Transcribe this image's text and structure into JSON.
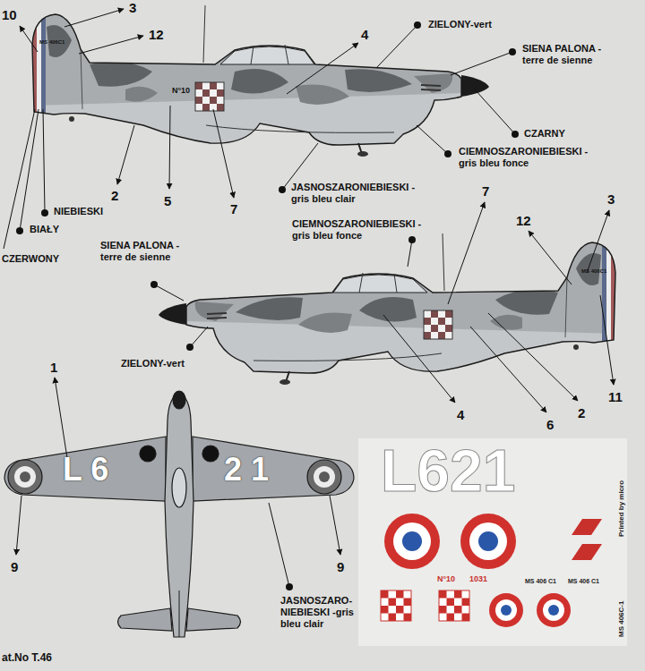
{
  "diagram": {
    "labels": [
      "10",
      "3",
      "12",
      "4",
      "ZIELONY-vert",
      "SIENA PALONA -terre de sienne",
      "MS 406C1",
      "N°10",
      "CZARNY",
      "CIEMNOSZARONIEBIESKI -gris bleu fonce",
      "2",
      "5",
      "7",
      "JASNOSZARONIEBIESKI -gris bleu clair",
      "NIEBIESKI",
      "BIAŁY",
      "CZERWONY",
      "CIEMNOSZARONIEBIESKI -gris bleu fonce",
      "7",
      "12",
      "3",
      "SIENA PALONA -terre de sienne",
      "MS 406C1",
      "ZIELONY-vert",
      "4",
      "6",
      "2",
      "11",
      "1",
      "L 6",
      "2 1",
      "9",
      "9",
      "JASNOSZARO- NIEBIESKI -gris bleu clair",
      "L621",
      "N°10",
      "1031",
      "MS 406 C1",
      "MS 406 C1",
      "Printed by micro",
      "MS 406C-1",
      "at.No T.46"
    ]
  }
}
